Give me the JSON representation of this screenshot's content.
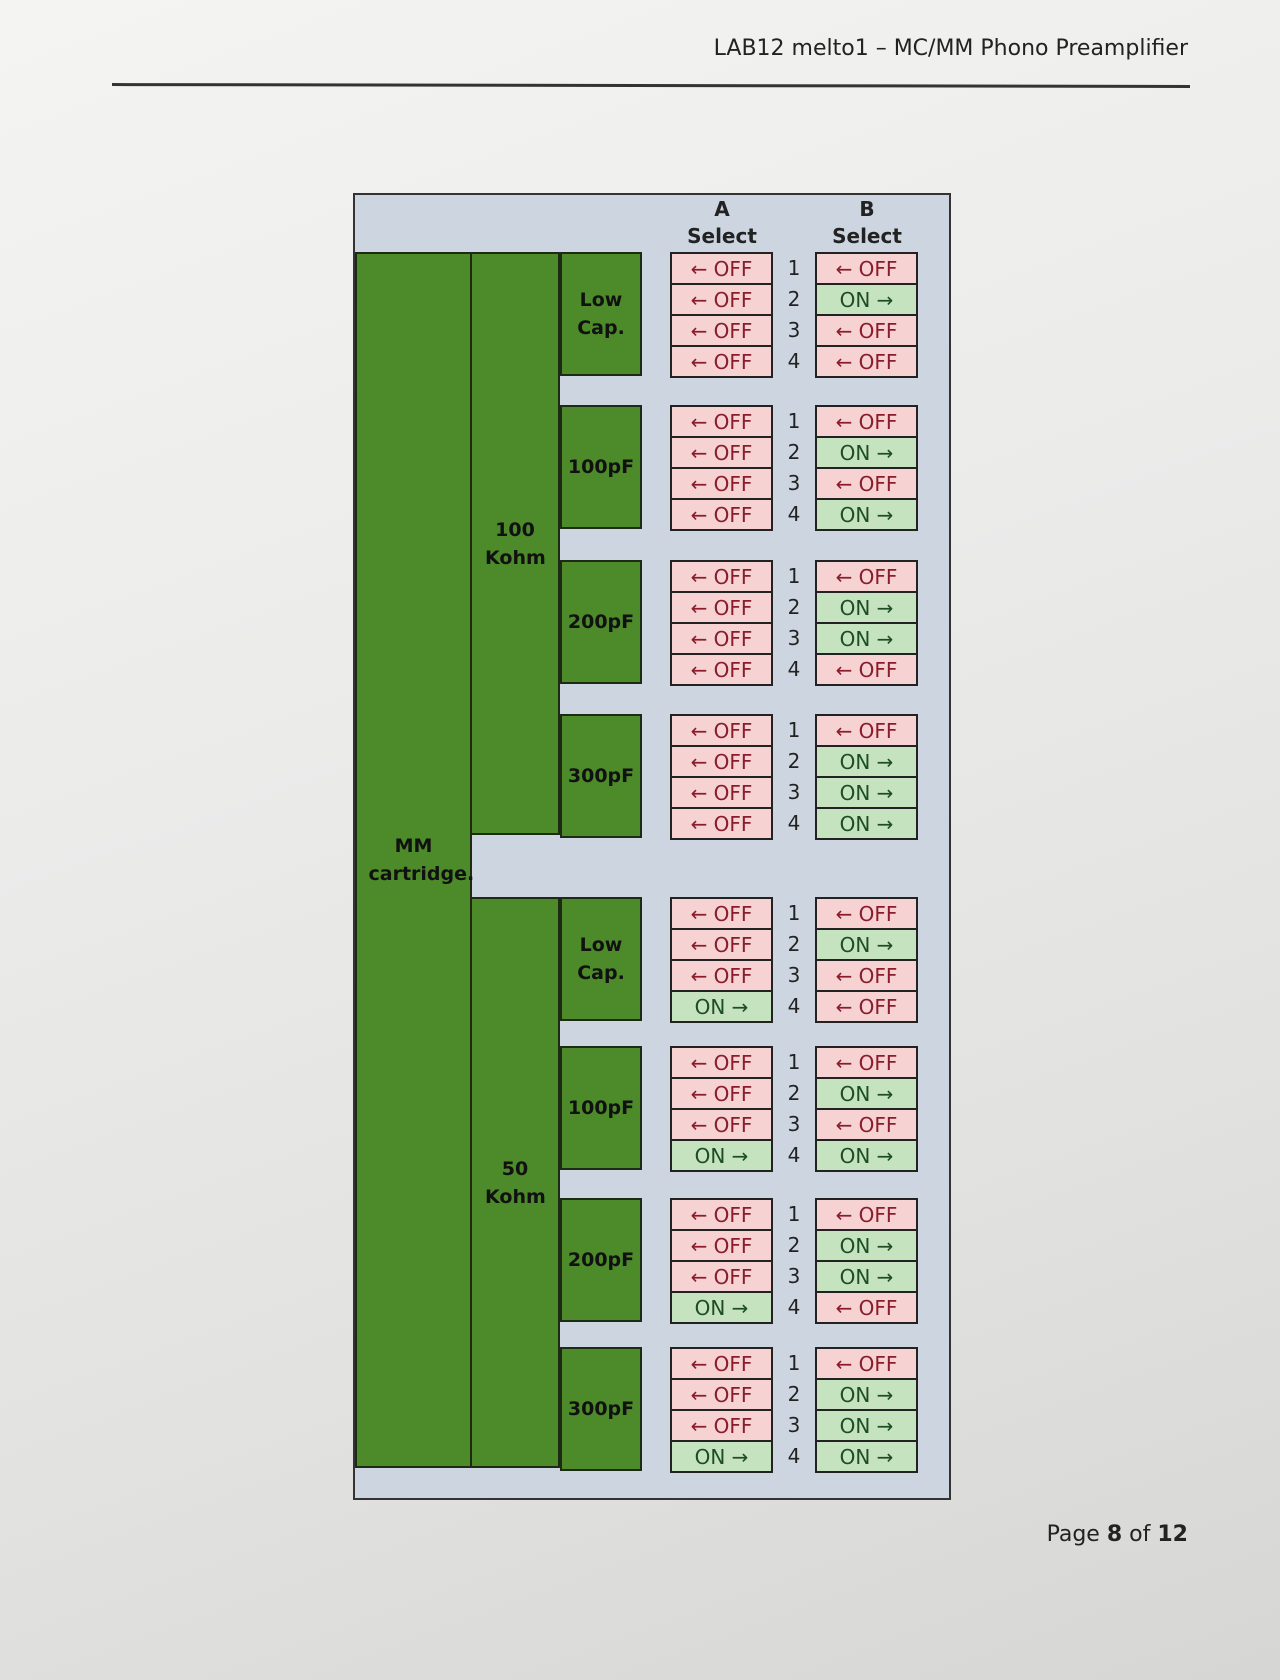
{
  "header": {
    "title": "LAB12 melto1 – MC/MM Phono Preamplifier"
  },
  "footer": {
    "page_prefix": "Page",
    "page": "8",
    "page_mid": "of",
    "total": "12"
  },
  "diagram": {
    "col_a": {
      "letter": "A",
      "label": "Select"
    },
    "col_b": {
      "letter": "B",
      "label": "Select"
    },
    "cartridge": "MM cartridge.",
    "load_groups": [
      {
        "label": "100 Kohm",
        "settings": [
          {
            "cap": "Low Cap.",
            "a": [
              "← OFF",
              "← OFF",
              "← OFF",
              "← OFF"
            ],
            "b": [
              "← OFF",
              "ON →",
              "← OFF",
              "← OFF"
            ]
          },
          {
            "cap": "100pF",
            "a": [
              "← OFF",
              "← OFF",
              "← OFF",
              "← OFF"
            ],
            "b": [
              "← OFF",
              "ON →",
              "← OFF",
              "ON →"
            ]
          },
          {
            "cap": "200pF",
            "a": [
              "← OFF",
              "← OFF",
              "← OFF",
              "← OFF"
            ],
            "b": [
              "← OFF",
              "ON →",
              "ON →",
              "← OFF"
            ]
          },
          {
            "cap": "300pF",
            "a": [
              "← OFF",
              "← OFF",
              "← OFF",
              "← OFF"
            ],
            "b": [
              "← OFF",
              "ON →",
              "ON →",
              "ON →"
            ]
          }
        ]
      },
      {
        "label": "50 Kohm",
        "settings": [
          {
            "cap": "Low Cap.",
            "a": [
              "← OFF",
              "← OFF",
              "← OFF",
              "ON →"
            ],
            "b": [
              "← OFF",
              "ON →",
              "← OFF",
              "← OFF"
            ]
          },
          {
            "cap": "100pF",
            "a": [
              "← OFF",
              "← OFF",
              "← OFF",
              "ON →"
            ],
            "b": [
              "← OFF",
              "ON →",
              "← OFF",
              "ON →"
            ]
          },
          {
            "cap": "200pF",
            "a": [
              "← OFF",
              "← OFF",
              "← OFF",
              "ON →"
            ],
            "b": [
              "← OFF",
              "ON →",
              "ON →",
              "← OFF"
            ]
          },
          {
            "cap": "300pF",
            "a": [
              "← OFF",
              "← OFF",
              "← OFF",
              "ON →"
            ],
            "b": [
              "← OFF",
              "ON →",
              "ON →",
              "ON →"
            ]
          }
        ]
      }
    ],
    "switch_numbers": [
      "1",
      "2",
      "3",
      "4"
    ]
  }
}
